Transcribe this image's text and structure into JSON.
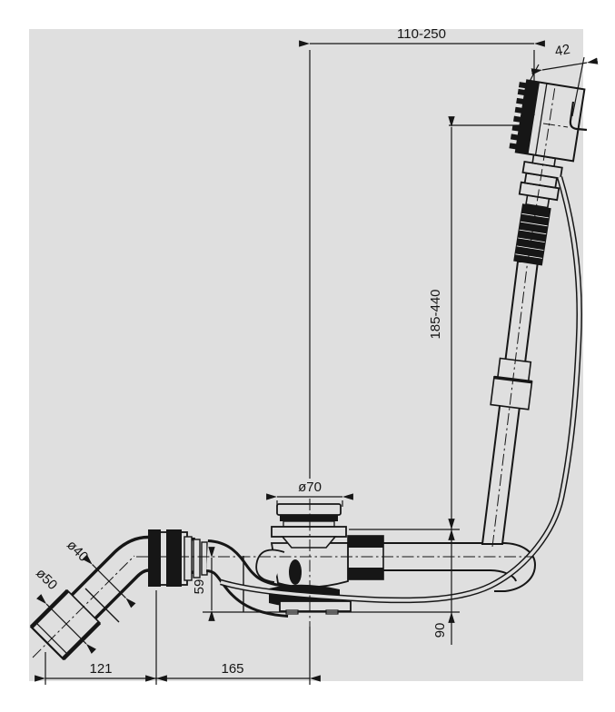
{
  "drawing": {
    "kind": "technical-drawing",
    "subject": "bath waste, overflow filler and hand shower set - side view",
    "colors": {
      "page": "#ffffff",
      "canvas": "#dfdfdf",
      "line": "#161616"
    },
    "dimensions": {
      "top_span": "110-250",
      "head_width": "42",
      "riser_height": "185-440",
      "plug_diameter": "ø70",
      "outlet_inner_diameter": "ø40",
      "outlet_outer_diameter": "ø50",
      "trap_height": "59",
      "overflow_depth": "90",
      "outlet_length": "121",
      "trap_to_drain": "165"
    }
  }
}
